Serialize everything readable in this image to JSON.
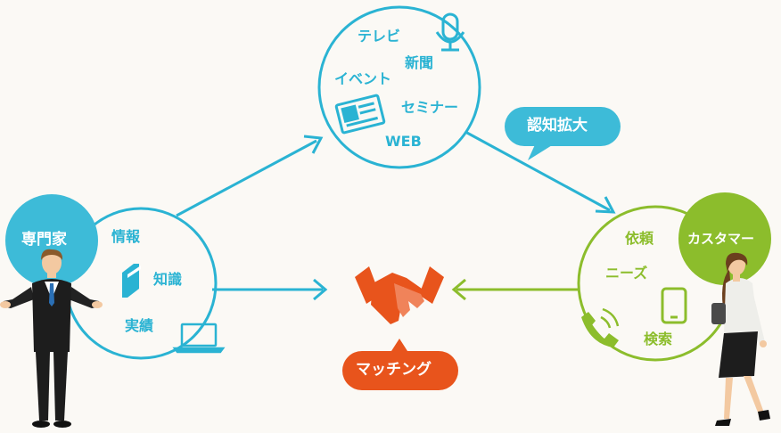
{
  "expert": {
    "title": "専門家",
    "items": [
      "情報",
      "知識",
      "実績"
    ]
  },
  "media": {
    "items": [
      "テレビ",
      "新聞",
      "イベント",
      "セミナー",
      "WEB"
    ]
  },
  "awareness": {
    "label": "認知拡大"
  },
  "customer": {
    "title": "カスタマー",
    "items": [
      "依頼",
      "ニーズ",
      "検索"
    ]
  },
  "matching": {
    "label": "マッチング"
  },
  "colors": {
    "blue": "#2ab3d3",
    "green": "#8cbd2c",
    "orange": "#e8541c"
  }
}
